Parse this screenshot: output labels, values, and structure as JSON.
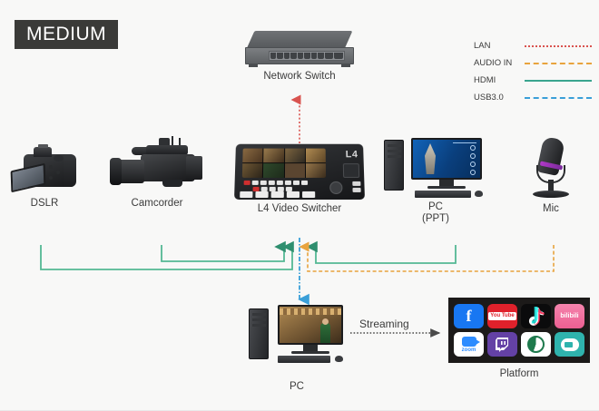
{
  "badge": {
    "text": "MEDIUM"
  },
  "legend": {
    "items": [
      {
        "label": "LAN",
        "color": "#d9534f",
        "style": "dotted"
      },
      {
        "label": "AUDIO IN",
        "color": "#e8a33d",
        "style": "dashed"
      },
      {
        "label": "HDMI",
        "color": "#3aa58f",
        "style": "solid"
      },
      {
        "label": "USB3.0",
        "color": "#3a9fd8",
        "style": "dashdot"
      }
    ]
  },
  "nodes": {
    "network_switch": {
      "label": "Network Switch",
      "ports": 8,
      "uplink_ports": 2
    },
    "dslr": {
      "label": "DSLR"
    },
    "camcorder": {
      "label": "Camcorder"
    },
    "switcher": {
      "label": "L4 Video Switcher",
      "device_logo": "L4"
    },
    "pc_ppt": {
      "label": "PC\n(PPT)"
    },
    "mic": {
      "label": "Mic"
    },
    "pc_bottom": {
      "label": "PC"
    },
    "platform": {
      "label": "Platform"
    }
  },
  "streaming": {
    "label": "Streaming"
  },
  "platform_apps": [
    {
      "name": "facebook",
      "glyph": "f",
      "bg": "#1877f2"
    },
    {
      "name": "youtube",
      "glyph": "You Tube",
      "bg": "#e0212b"
    },
    {
      "name": "tiktok",
      "glyph": "note",
      "bg": "#0b0b0c"
    },
    {
      "name": "bilibili",
      "glyph": "bilibili",
      "bg": "#ec5f92"
    },
    {
      "name": "zoom",
      "glyph": "zoom",
      "bg": "#ffffff"
    },
    {
      "name": "twitch",
      "glyph": "twitch",
      "bg": "#6441a5"
    },
    {
      "name": "wecast",
      "glyph": "circle",
      "bg": "#ffffff"
    },
    {
      "name": "cloud",
      "glyph": "cloud",
      "bg": "#2fb3ad"
    }
  ],
  "connections": [
    {
      "from": "switcher",
      "to": "network_switch",
      "type": "LAN",
      "color": "#d9534f"
    },
    {
      "from": "dslr",
      "to": "switcher",
      "type": "HDMI",
      "color": "#3aa58f"
    },
    {
      "from": "camcorder",
      "to": "switcher",
      "type": "HDMI",
      "color": "#3aa58f"
    },
    {
      "from": "pc_ppt",
      "to": "switcher",
      "type": "HDMI",
      "color": "#3aa58f"
    },
    {
      "from": "mic",
      "to": "switcher",
      "type": "AUDIO IN",
      "color": "#e8a33d"
    },
    {
      "from": "switcher",
      "to": "pc_bottom",
      "type": "USB3.0",
      "color": "#3a9fd8"
    },
    {
      "from": "pc_bottom",
      "to": "platform",
      "type": "Streaming",
      "color": "#4a4a4a"
    }
  ]
}
